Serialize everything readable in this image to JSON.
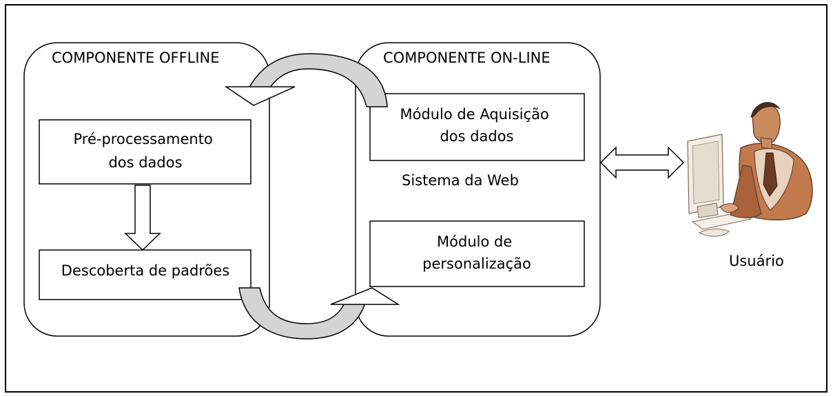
{
  "diagram": {
    "offline_component": {
      "title": "COMPONENTE OFFLINE",
      "preprocessing_box": [
        "Pré-processamento",
        "dos dados"
      ],
      "pattern_discovery_box": "Descoberta de padrões"
    },
    "online_component": {
      "title": "COMPONENTE ON-LINE",
      "acquisition_box": [
        "Módulo de Aquisição",
        "dos dados"
      ],
      "web_system_label": "Sistema da Web",
      "personalization_box": [
        "Módulo de",
        "personalização"
      ]
    },
    "user": {
      "label": "Usuário",
      "icon": "person-at-computer-icon"
    },
    "colors": {
      "outline": "#000000",
      "arrow_fill": "#d4d4d4",
      "figure_skin": "#b5683a",
      "figure_suit": "#5b3a2a"
    }
  }
}
